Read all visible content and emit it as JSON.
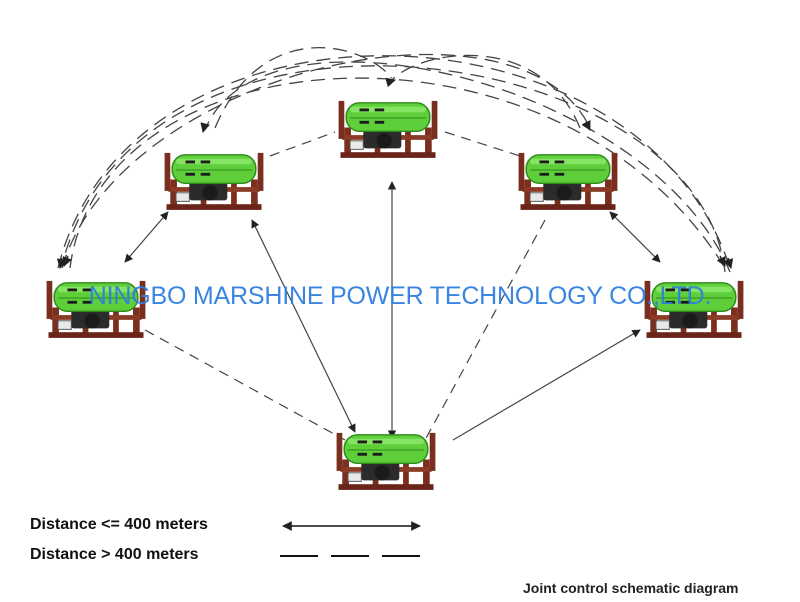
{
  "watermark": "NINGBO MARSHINE POWER TECHNOLOGY CO.,LTD.",
  "legend": {
    "solid_label": "Distance <= 400 meters",
    "dashed_label": "Distance > 400 meters"
  },
  "caption": "Joint control schematic diagram",
  "colors": {
    "machine_body": "#5ecf3a",
    "machine_frame": "#7a2e1e",
    "line": "#333333",
    "watermark": "#2f7fe0"
  },
  "nodes": [
    "top-center",
    "upper-left",
    "upper-right",
    "far-left",
    "far-right",
    "bottom-center"
  ]
}
